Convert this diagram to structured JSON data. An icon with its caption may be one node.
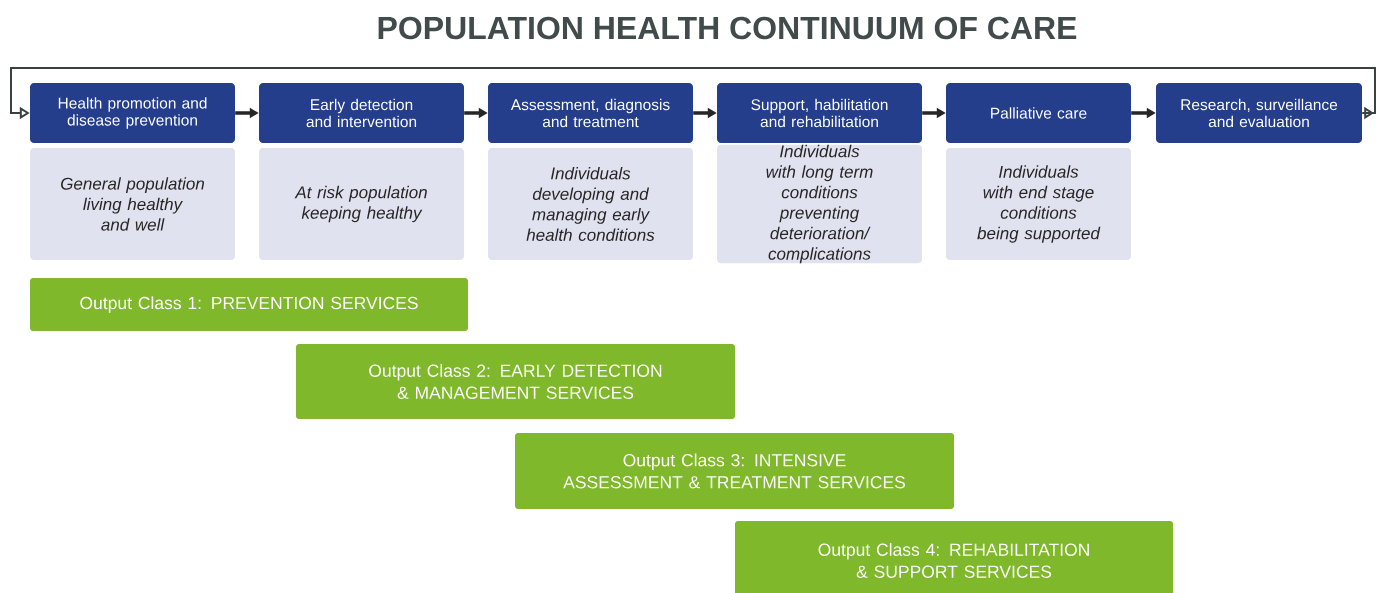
{
  "diagram": {
    "title": "POPULATION HEALTH CONTINUUM OF CARE",
    "nodes": [
      {
        "text": [
          "Health promotion and disease prevention"
        ]
      },
      {
        "text": [
          "Early detection and intervention"
        ]
      },
      {
        "text": [
          "Assessment, diagnosis and treatment"
        ]
      },
      {
        "text": [
          "Support, habilitation and rehabilitation"
        ]
      },
      {
        "text": [
          "Palliative care"
        ]
      },
      {
        "text": [
          "Research, surveillance and evaluation"
        ]
      },
      {
        "text": [
          "General population living healthy and well"
        ]
      },
      {
        "text": [
          "At risk population keeping healthy"
        ]
      },
      {
        "text": [
          "Individuals developing and managing early health conditions"
        ]
      },
      {
        "text": [
          "Individuals with long term conditions preventing deterioration/ complications"
        ]
      },
      {
        "text": [
          "Individuals with end stage conditions being supported"
        ]
      },
      {
        "text": [
          "Output Class 1: PREVENTION SERVICES"
        ]
      },
      {
        "text": [
          "Output Class 2: EARLY DETECTION & MANAGEMENT SERVICES"
        ]
      },
      {
        "text": [
          "Output Class 3: INTENSIVE ASSESSMENT & TREATMENT SERVICES"
        ]
      },
      {
        "text": [
          "Output Class 4: REHABILITATION & SUPPORT SERVICES"
        ]
      }
    ],
    "edges": [
      {
        "from": 0,
        "to": 1,
        "arrow": "to"
      },
      {
        "from": 1,
        "to": 2,
        "arrow": "to"
      },
      {
        "from": 2,
        "to": 3,
        "arrow": "to"
      },
      {
        "from": 3,
        "to": 4,
        "arrow": "to"
      },
      {
        "from": 4,
        "to": 5,
        "arrow": "to"
      },
      {
        "from": 5,
        "to": 0,
        "arrow": "to"
      }
    ]
  }
}
